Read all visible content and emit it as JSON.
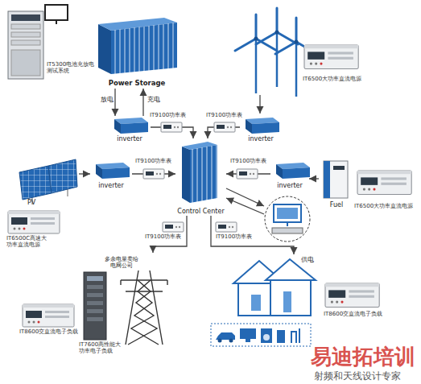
{
  "diagram": {
    "nodes": [
      {
        "text": [
          "Power Storage"
        ]
      },
      {
        "text": [
          "inverter"
        ]
      },
      {
        "text": [
          "inverter"
        ]
      },
      {
        "text": [
          "PV"
        ]
      },
      {
        "text": [
          "inverter"
        ]
      },
      {
        "text": [
          "Control Center"
        ]
      },
      {
        "text": [
          "inverter"
        ]
      },
      {
        "text": [
          "Fuel"
        ]
      },
      {
        "text": [
          "多余电量卖给电网公司"
        ]
      },
      {
        "text": [
          "供电"
        ]
      }
    ],
    "edges": [
      {
        "from": 0,
        "to": 1,
        "label": "放电",
        "arrow": "to"
      },
      {
        "from": 1,
        "to": 0,
        "label": "充电",
        "arrow": "to"
      },
      {
        "from": 1,
        "to": 5,
        "arrow": "to"
      },
      {
        "from": 2,
        "to": 5,
        "arrow": "to"
      },
      {
        "from": 3,
        "to": 4,
        "arrow": "to"
      },
      {
        "from": 4,
        "to": 5,
        "arrow": "to"
      },
      {
        "from": 7,
        "to": 6,
        "arrow": "to"
      },
      {
        "from": 6,
        "to": 5,
        "arrow": "to"
      },
      {
        "from": 5,
        "to": 8,
        "arrow": "to"
      },
      {
        "from": 5,
        "to": 9,
        "arrow": "to"
      }
    ],
    "labels": [
      "IT5300电池充放电测试系统",
      "IT9100功率表",
      "IT9100功率表",
      "IT6500大功率直流电源",
      "IT9100功率表",
      "IT9100功率表",
      "IT6500C高速大功率直流电源",
      "IT6500大功率直流电源",
      "IT9100功率表",
      "IT9100功率表",
      "IT7600高性能大功率电子负载",
      "IT8600交直流电子负载",
      "IT8600交直流电子负载",
      "易迪拓培训",
      "射频和天线设计专家"
    ]
  }
}
